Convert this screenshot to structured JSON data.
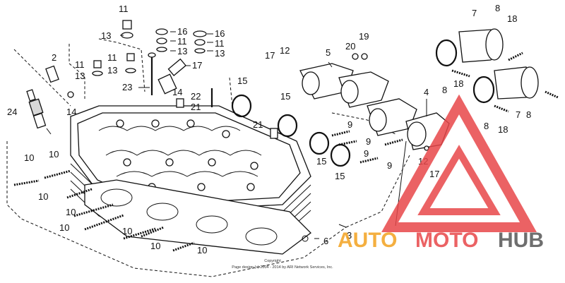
{
  "part_labels": [
    {
      "id": "l11a",
      "text": "11"
    },
    {
      "id": "l13a",
      "text": "13"
    },
    {
      "id": "l16a",
      "text": "16"
    },
    {
      "id": "l11b",
      "text": "11"
    },
    {
      "id": "l13b",
      "text": "13"
    },
    {
      "id": "l16b",
      "text": "16"
    },
    {
      "id": "l11c",
      "text": "11"
    },
    {
      "id": "l13c",
      "text": "13"
    },
    {
      "id": "l2",
      "text": "2"
    },
    {
      "id": "l11d",
      "text": "11"
    },
    {
      "id": "l13d",
      "text": "13"
    },
    {
      "id": "l11e",
      "text": "11"
    },
    {
      "id": "l13e",
      "text": "13"
    },
    {
      "id": "l23",
      "text": "23"
    },
    {
      "id": "l17a",
      "text": "17"
    },
    {
      "id": "l14a",
      "text": "14"
    },
    {
      "id": "l22",
      "text": "22"
    },
    {
      "id": "l21a",
      "text": "21"
    },
    {
      "id": "l24",
      "text": "24"
    },
    {
      "id": "l14b",
      "text": "14"
    },
    {
      "id": "l17b",
      "text": "17"
    },
    {
      "id": "l12a",
      "text": "12"
    },
    {
      "id": "l5",
      "text": "5"
    },
    {
      "id": "l20",
      "text": "20"
    },
    {
      "id": "l19",
      "text": "19"
    },
    {
      "id": "l7a",
      "text": "7"
    },
    {
      "id": "l8a",
      "text": "8"
    },
    {
      "id": "l18a",
      "text": "18"
    },
    {
      "id": "l8b",
      "text": "8"
    },
    {
      "id": "l18b",
      "text": "18"
    },
    {
      "id": "l15a",
      "text": "15"
    },
    {
      "id": "l15b",
      "text": "15"
    },
    {
      "id": "l21b",
      "text": "21"
    },
    {
      "id": "l4",
      "text": "4"
    },
    {
      "id": "l8c",
      "text": "8"
    },
    {
      "id": "l18c",
      "text": "18"
    },
    {
      "id": "l7b",
      "text": "7"
    },
    {
      "id": "l8d",
      "text": "8"
    },
    {
      "id": "l9a",
      "text": "9"
    },
    {
      "id": "l9b",
      "text": "9"
    },
    {
      "id": "l9c",
      "text": "9"
    },
    {
      "id": "l9d",
      "text": "9"
    },
    {
      "id": "l12b",
      "text": "12"
    },
    {
      "id": "l17c",
      "text": "17"
    },
    {
      "id": "l15c",
      "text": "15"
    },
    {
      "id": "l15d",
      "text": "15"
    },
    {
      "id": "l10a",
      "text": "10"
    },
    {
      "id": "l10b",
      "text": "10"
    },
    {
      "id": "l10c",
      "text": "10"
    },
    {
      "id": "l10d",
      "text": "10"
    },
    {
      "id": "l10e",
      "text": "10"
    },
    {
      "id": "l10f",
      "text": "10"
    },
    {
      "id": "l10g",
      "text": "10"
    },
    {
      "id": "l10h",
      "text": "10"
    },
    {
      "id": "l6",
      "text": "6"
    },
    {
      "id": "l3",
      "text": "3"
    }
  ],
  "copyright": {
    "line1": "Copyright",
    "line2": "Page design (c) 2004 - 2014 by ARI Network Services, Inc."
  },
  "watermark": {
    "word1": "AUTO",
    "word2": "MOTO",
    "word3": "HUB",
    "color_orange": "#f3a21f",
    "color_red": "#e8474a",
    "color_gray": "#555555"
  }
}
